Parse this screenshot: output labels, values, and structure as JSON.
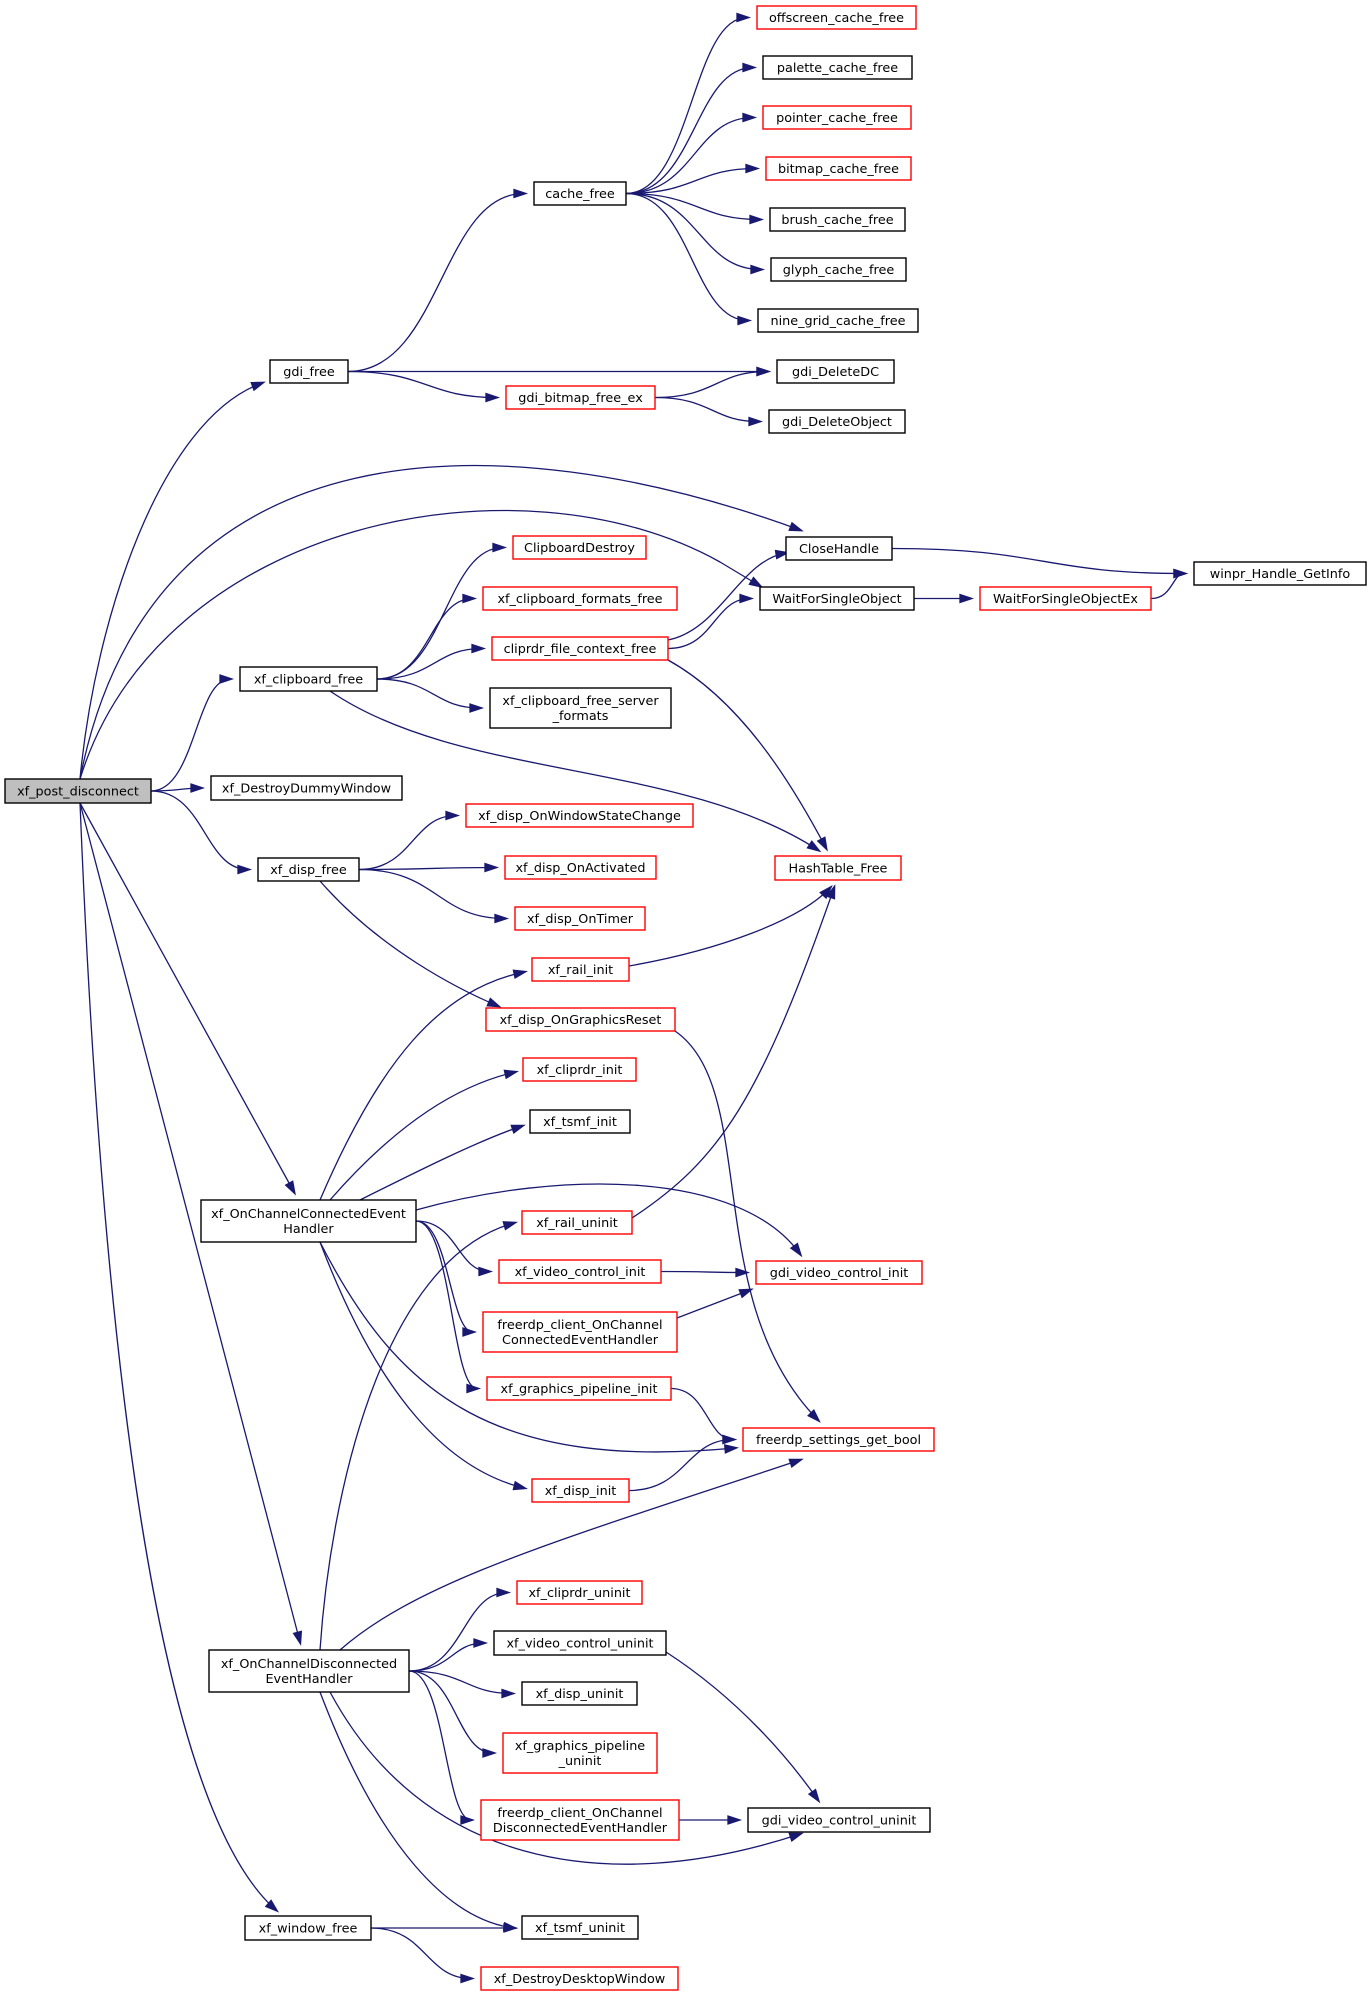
{
  "colors": {
    "edge": "#191970",
    "node_border": "#000000",
    "linked_node_border": "#ff0000",
    "root_fill": "#bfbfbf",
    "node_fill": "#ffffff"
  },
  "nodes": {
    "xf_post_disconnect": {
      "lines": [
        "xf_post_disconnect"
      ],
      "kind": "root"
    },
    "gdi_free": {
      "lines": [
        "gdi_free"
      ],
      "kind": "black"
    },
    "cache_free": {
      "lines": [
        "cache_free"
      ],
      "kind": "black"
    },
    "offscreen_cache_free": {
      "lines": [
        "offscreen_cache_free"
      ],
      "kind": "red"
    },
    "palette_cache_free": {
      "lines": [
        "palette_cache_free"
      ],
      "kind": "black"
    },
    "pointer_cache_free": {
      "lines": [
        "pointer_cache_free"
      ],
      "kind": "red"
    },
    "bitmap_cache_free": {
      "lines": [
        "bitmap_cache_free"
      ],
      "kind": "red"
    },
    "brush_cache_free": {
      "lines": [
        "brush_cache_free"
      ],
      "kind": "black"
    },
    "glyph_cache_free": {
      "lines": [
        "glyph_cache_free"
      ],
      "kind": "black"
    },
    "nine_grid_cache_free": {
      "lines": [
        "nine_grid_cache_free"
      ],
      "kind": "black"
    },
    "gdi_DeleteDC": {
      "lines": [
        "gdi_DeleteDC"
      ],
      "kind": "black"
    },
    "gdi_bitmap_free_ex": {
      "lines": [
        "gdi_bitmap_free_ex"
      ],
      "kind": "red"
    },
    "gdi_DeleteObject": {
      "lines": [
        "gdi_DeleteObject"
      ],
      "kind": "black"
    },
    "CloseHandle": {
      "lines": [
        "CloseHandle"
      ],
      "kind": "black"
    },
    "winpr_Handle_GetInfo": {
      "lines": [
        "winpr_Handle_GetInfo"
      ],
      "kind": "black"
    },
    "WaitForSingleObject": {
      "lines": [
        "WaitForSingleObject"
      ],
      "kind": "black"
    },
    "WaitForSingleObjectEx": {
      "lines": [
        "WaitForSingleObjectEx"
      ],
      "kind": "red"
    },
    "xf_clipboard_free": {
      "lines": [
        "xf_clipboard_free"
      ],
      "kind": "black"
    },
    "ClipboardDestroy": {
      "lines": [
        "ClipboardDestroy"
      ],
      "kind": "red"
    },
    "xf_clipboard_formats_free": {
      "lines": [
        "xf_clipboard_formats_free"
      ],
      "kind": "red"
    },
    "cliprdr_file_context_free": {
      "lines": [
        "cliprdr_file_context_free"
      ],
      "kind": "red"
    },
    "xf_clipboard_free_server_formats": {
      "lines": [
        "xf_clipboard_free_server",
        "_formats"
      ],
      "kind": "black"
    },
    "HashTable_Free": {
      "lines": [
        "HashTable_Free"
      ],
      "kind": "red"
    },
    "xf_DestroyDummyWindow": {
      "lines": [
        "xf_DestroyDummyWindow"
      ],
      "kind": "black"
    },
    "xf_disp_free": {
      "lines": [
        "xf_disp_free"
      ],
      "kind": "black"
    },
    "xf_disp_OnWindowStateChange": {
      "lines": [
        "xf_disp_OnWindowStateChange"
      ],
      "kind": "red"
    },
    "xf_disp_OnActivated": {
      "lines": [
        "xf_disp_OnActivated"
      ],
      "kind": "red"
    },
    "xf_disp_OnTimer": {
      "lines": [
        "xf_disp_OnTimer"
      ],
      "kind": "red"
    },
    "xf_disp_OnGraphicsReset": {
      "lines": [
        "xf_disp_OnGraphicsReset"
      ],
      "kind": "red"
    },
    "xf_rail_init": {
      "lines": [
        "xf_rail_init"
      ],
      "kind": "red"
    },
    "xf_cliprdr_init": {
      "lines": [
        "xf_cliprdr_init"
      ],
      "kind": "red"
    },
    "xf_tsmf_init": {
      "lines": [
        "xf_tsmf_init"
      ],
      "kind": "black"
    },
    "xf_OnChannelConnectedEventHandler": {
      "lines": [
        "xf_OnChannelConnectedEvent",
        "Handler"
      ],
      "kind": "black"
    },
    "xf_rail_uninit": {
      "lines": [
        "xf_rail_uninit"
      ],
      "kind": "red"
    },
    "xf_video_control_init": {
      "lines": [
        "xf_video_control_init"
      ],
      "kind": "red"
    },
    "gdi_video_control_init": {
      "lines": [
        "gdi_video_control_init"
      ],
      "kind": "red"
    },
    "freerdp_client_OnChannelConnectedEventHandler": {
      "lines": [
        "freerdp_client_OnChannel",
        "ConnectedEventHandler"
      ],
      "kind": "red"
    },
    "xf_graphics_pipeline_init": {
      "lines": [
        "xf_graphics_pipeline_init"
      ],
      "kind": "red"
    },
    "freerdp_settings_get_bool": {
      "lines": [
        "freerdp_settings_get_bool"
      ],
      "kind": "red"
    },
    "xf_disp_init": {
      "lines": [
        "xf_disp_init"
      ],
      "kind": "red"
    },
    "xf_cliprdr_uninit": {
      "lines": [
        "xf_cliprdr_uninit"
      ],
      "kind": "red"
    },
    "xf_video_control_uninit": {
      "lines": [
        "xf_video_control_uninit"
      ],
      "kind": "black"
    },
    "xf_OnChannelDisconnectedEventHandler": {
      "lines": [
        "xf_OnChannelDisconnected",
        "EventHandler"
      ],
      "kind": "black"
    },
    "xf_disp_uninit": {
      "lines": [
        "xf_disp_uninit"
      ],
      "kind": "black"
    },
    "xf_graphics_pipeline_uninit": {
      "lines": [
        "xf_graphics_pipeline",
        "_uninit"
      ],
      "kind": "red"
    },
    "freerdp_client_OnChannelDisconnectedEventHandler": {
      "lines": [
        "freerdp_client_OnChannel",
        "DisconnectedEventHandler"
      ],
      "kind": "red"
    },
    "gdi_video_control_uninit": {
      "lines": [
        "gdi_video_control_uninit"
      ],
      "kind": "black"
    },
    "xf_window_free": {
      "lines": [
        "xf_window_free"
      ],
      "kind": "black"
    },
    "xf_tsmf_uninit": {
      "lines": [
        "xf_tsmf_uninit"
      ],
      "kind": "black"
    },
    "xf_DestroyDesktopWindow": {
      "lines": [
        "xf_DestroyDesktopWindow"
      ],
      "kind": "red"
    }
  },
  "edges": [
    [
      "xf_post_disconnect",
      "gdi_free"
    ],
    [
      "xf_post_disconnect",
      "CloseHandle"
    ],
    [
      "xf_post_disconnect",
      "WaitForSingleObject"
    ],
    [
      "xf_post_disconnect",
      "xf_clipboard_free"
    ],
    [
      "xf_post_disconnect",
      "xf_DestroyDummyWindow"
    ],
    [
      "xf_post_disconnect",
      "xf_disp_free"
    ],
    [
      "xf_post_disconnect",
      "xf_OnChannelConnectedEventHandler"
    ],
    [
      "xf_post_disconnect",
      "xf_OnChannelDisconnectedEventHandler"
    ],
    [
      "xf_post_disconnect",
      "xf_window_free"
    ],
    [
      "gdi_free",
      "cache_free"
    ],
    [
      "gdi_free",
      "gdi_DeleteDC"
    ],
    [
      "gdi_free",
      "gdi_bitmap_free_ex"
    ],
    [
      "cache_free",
      "offscreen_cache_free"
    ],
    [
      "cache_free",
      "palette_cache_free"
    ],
    [
      "cache_free",
      "pointer_cache_free"
    ],
    [
      "cache_free",
      "bitmap_cache_free"
    ],
    [
      "cache_free",
      "brush_cache_free"
    ],
    [
      "cache_free",
      "glyph_cache_free"
    ],
    [
      "cache_free",
      "nine_grid_cache_free"
    ],
    [
      "gdi_bitmap_free_ex",
      "gdi_DeleteDC"
    ],
    [
      "gdi_bitmap_free_ex",
      "gdi_DeleteObject"
    ],
    [
      "CloseHandle",
      "winpr_Handle_GetInfo"
    ],
    [
      "WaitForSingleObject",
      "WaitForSingleObjectEx"
    ],
    [
      "WaitForSingleObjectEx",
      "winpr_Handle_GetInfo"
    ],
    [
      "xf_clipboard_free",
      "ClipboardDestroy"
    ],
    [
      "xf_clipboard_free",
      "xf_clipboard_formats_free"
    ],
    [
      "xf_clipboard_free",
      "cliprdr_file_context_free"
    ],
    [
      "xf_clipboard_free",
      "xf_clipboard_free_server_formats"
    ],
    [
      "xf_clipboard_free",
      "HashTable_Free"
    ],
    [
      "cliprdr_file_context_free",
      "CloseHandle"
    ],
    [
      "cliprdr_file_context_free",
      "WaitForSingleObject"
    ],
    [
      "cliprdr_file_context_free",
      "HashTable_Free"
    ],
    [
      "xf_disp_free",
      "xf_disp_OnWindowStateChange"
    ],
    [
      "xf_disp_free",
      "xf_disp_OnActivated"
    ],
    [
      "xf_disp_free",
      "xf_disp_OnTimer"
    ],
    [
      "xf_disp_free",
      "xf_disp_OnGraphicsReset"
    ],
    [
      "xf_disp_OnGraphicsReset",
      "freerdp_settings_get_bool"
    ],
    [
      "xf_rail_init",
      "HashTable_Free"
    ],
    [
      "xf_OnChannelConnectedEventHandler",
      "xf_rail_init"
    ],
    [
      "xf_OnChannelConnectedEventHandler",
      "xf_cliprdr_init"
    ],
    [
      "xf_OnChannelConnectedEventHandler",
      "xf_tsmf_init"
    ],
    [
      "xf_OnChannelConnectedEventHandler",
      "gdi_video_control_init"
    ],
    [
      "xf_OnChannelConnectedEventHandler",
      "xf_video_control_init"
    ],
    [
      "xf_OnChannelConnectedEventHandler",
      "freerdp_client_OnChannelConnectedEventHandler"
    ],
    [
      "xf_OnChannelConnectedEventHandler",
      "xf_graphics_pipeline_init"
    ],
    [
      "xf_OnChannelConnectedEventHandler",
      "freerdp_settings_get_bool"
    ],
    [
      "xf_OnChannelConnectedEventHandler",
      "xf_disp_init"
    ],
    [
      "xf_rail_uninit",
      "HashTable_Free"
    ],
    [
      "xf_video_control_init",
      "gdi_video_control_init"
    ],
    [
      "freerdp_client_OnChannelConnectedEventHandler",
      "gdi_video_control_init"
    ],
    [
      "xf_graphics_pipeline_init",
      "freerdp_settings_get_bool"
    ],
    [
      "xf_disp_init",
      "freerdp_settings_get_bool"
    ],
    [
      "xf_OnChannelDisconnectedEventHandler",
      "xf_rail_uninit"
    ],
    [
      "xf_OnChannelDisconnectedEventHandler",
      "freerdp_settings_get_bool"
    ],
    [
      "xf_OnChannelDisconnectedEventHandler",
      "xf_cliprdr_uninit"
    ],
    [
      "xf_OnChannelDisconnectedEventHandler",
      "xf_video_control_uninit"
    ],
    [
      "xf_OnChannelDisconnectedEventHandler",
      "xf_disp_uninit"
    ],
    [
      "xf_OnChannelDisconnectedEventHandler",
      "xf_graphics_pipeline_uninit"
    ],
    [
      "xf_OnChannelDisconnectedEventHandler",
      "freerdp_client_OnChannelDisconnectedEventHandler"
    ],
    [
      "xf_OnChannelDisconnectedEventHandler",
      "gdi_video_control_uninit"
    ],
    [
      "xf_OnChannelDisconnectedEventHandler",
      "xf_tsmf_uninit"
    ],
    [
      "xf_video_control_uninit",
      "gdi_video_control_uninit"
    ],
    [
      "freerdp_client_OnChannelDisconnectedEventHandler",
      "gdi_video_control_uninit"
    ],
    [
      "xf_window_free",
      "xf_tsmf_uninit"
    ],
    [
      "xf_window_free",
      "xf_DestroyDesktopWindow"
    ]
  ]
}
